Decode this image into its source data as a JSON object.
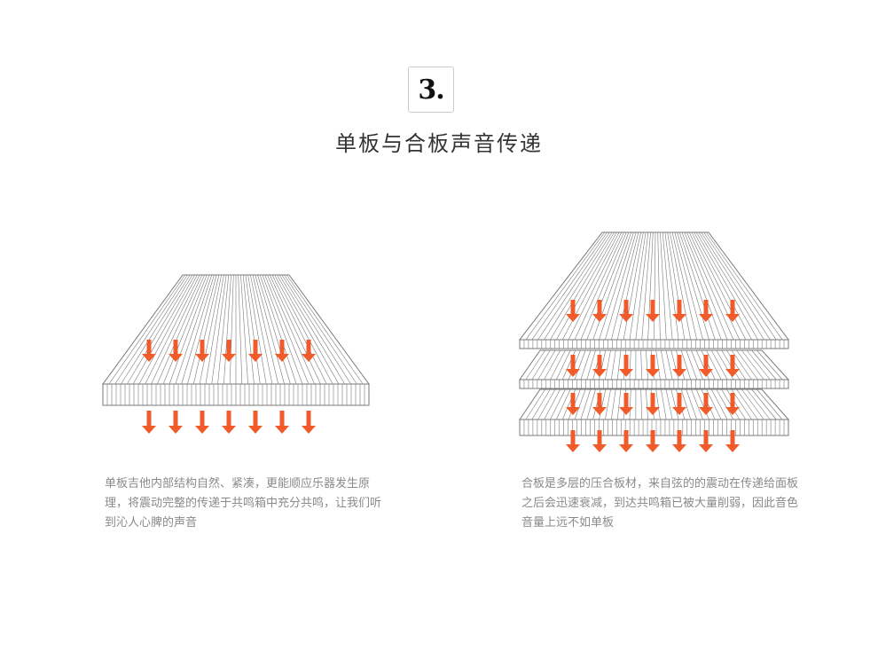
{
  "step_number": "3.",
  "title": "单板与合板声音传递",
  "single_board": {
    "description": "单板吉他内部结构自然、紧凑，更能顺应乐器发生原理，将震动完整的传递于共鸣箱中充分共鸣，让我们听到沁人心脾的声音"
  },
  "plywood": {
    "description": "合板是多层的压合板材，来自弦的的震动在传递给面板之后会迅速衰减，到达共鸣箱已被大量削弱，因此音色音量上远不如单板"
  },
  "colors": {
    "arrow": "#f15a29",
    "wood_line": "#7a7a7a",
    "text": "#8a8a8a",
    "title": "#333333"
  }
}
